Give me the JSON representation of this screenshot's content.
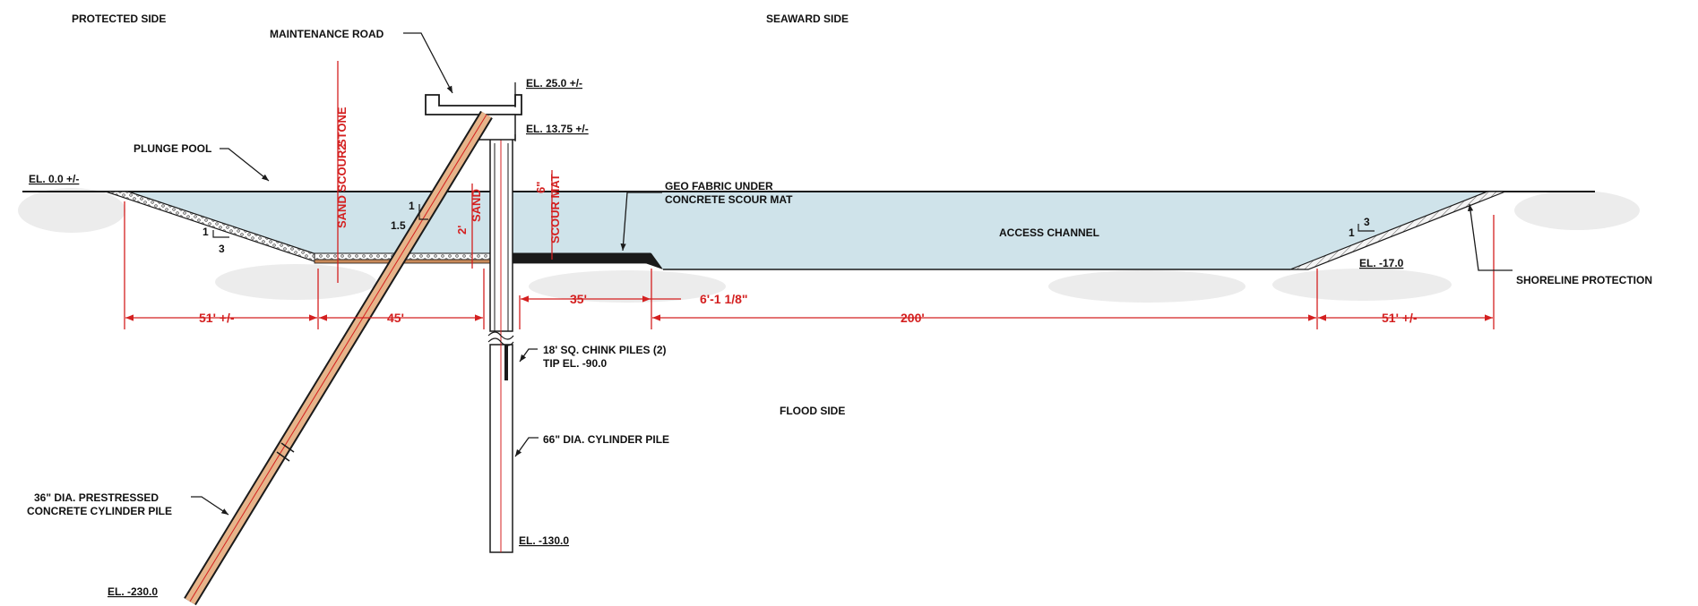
{
  "colors": {
    "water": "#cfe3ea",
    "dimension_red": "#d42020",
    "pile_fill": "#e7b48a",
    "scour_mat": "#c98a5a",
    "line": "#1a1a1a"
  },
  "sides": {
    "protected": "PROTECTED SIDE",
    "seaward": "SEAWARD SIDE",
    "flood": "FLOOD SIDE"
  },
  "labels": {
    "maintenance_road": "MAINTENANCE ROAD",
    "plunge_pool": "PLUNGE POOL",
    "geo_fabric_1": "GEO FABRIC UNDER",
    "geo_fabric_2": "CONCRETE SCOUR MAT",
    "access_channel": "ACCESS CHANNEL",
    "shoreline_protection": "SHORELINE PROTECTION",
    "chink_piles_1": "18' SQ. CHINK PILES (2)",
    "chink_piles_2": "TIP EL. -90.0",
    "cylinder_pile": "66\" DIA. CYLINDER PILE",
    "prestressed_1": "36\" DIA. PRESTRESSED",
    "prestressed_2": "CONCRETE CYLINDER PILE"
  },
  "elevations": {
    "top": "EL. 25.0 +/-",
    "deck": "EL. 13.75 +/-",
    "ground": "EL. 0.0 +/-",
    "channel": "EL. -17.0",
    "cylinder_tip": "EL. -130.0",
    "batter_tip": "EL. -230.0"
  },
  "red_labels": {
    "sand_scour_stone_thk": "2'",
    "sand_scour_stone": "SAND SCOUR STONE",
    "sand_thk": "2'",
    "sand": "SAND",
    "scour_mat_thk": "6\"",
    "scour_mat": "SCOUR MAT"
  },
  "slopes": {
    "left_rise": "1",
    "left_run": "3",
    "pool_rise": "1",
    "pool_run": "1.5",
    "right_rise": "1",
    "right_run": "3"
  },
  "dimensions": {
    "d1": "51' +/-",
    "d2": "45'",
    "d3": "35'",
    "d4": "6'-1 1/8\"",
    "d5": "200'",
    "d6": "51' +/-"
  }
}
